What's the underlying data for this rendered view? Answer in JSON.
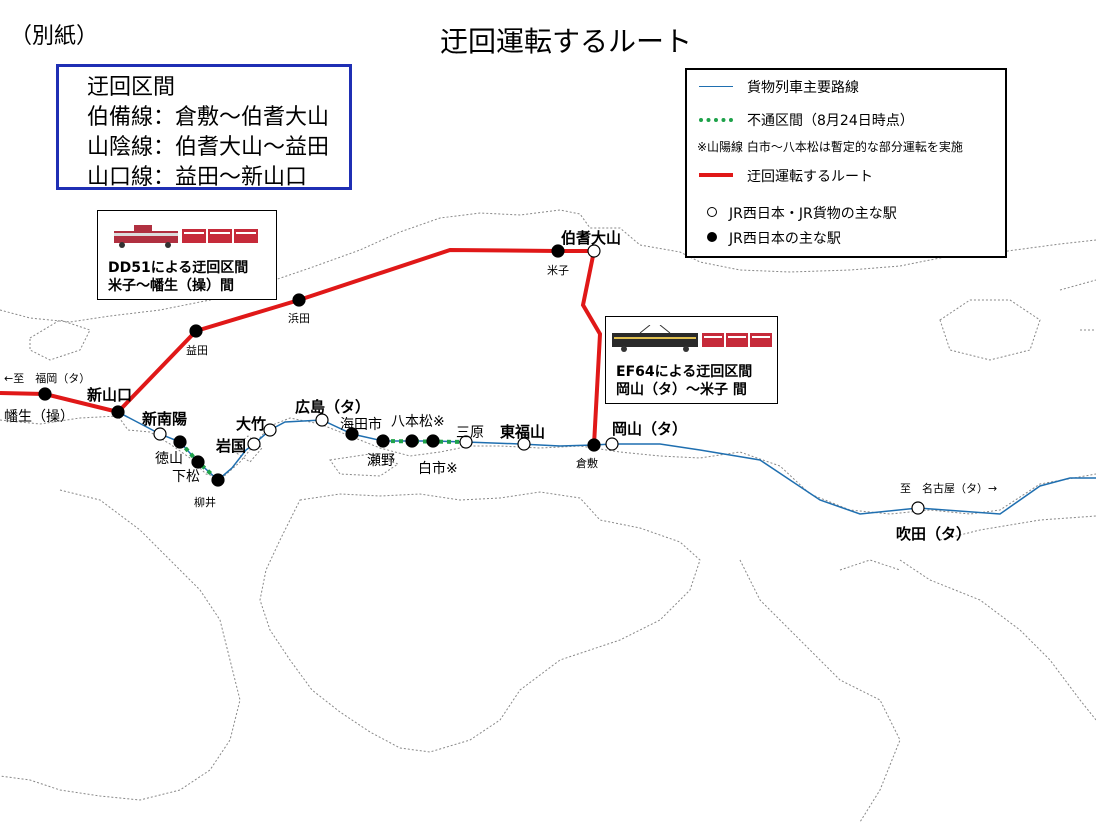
{
  "header": {
    "note": "（別紙）",
    "title": "迂回運転するルート"
  },
  "route_box": {
    "heading": "迂回区間",
    "lines": [
      "伯備線：倉敷～伯耆大山",
      "山陰線：伯耆大山～益田",
      "山口線：益田～新山口"
    ]
  },
  "legend": {
    "main_line": "貨物列車主要路線",
    "blocked": "不通区間（8月24日時点）",
    "blocked_note": "※山陽線 白市～八本松は暫定的な部分運転を実施",
    "detour": "迂回運転するルート",
    "jr_both_station": "JR西日本・JR貨物の主な駅",
    "jr_west_station": "JR西日本の主な駅"
  },
  "callouts": {
    "dd51": {
      "line1": "DD51による迂回区間",
      "line2": "米子～幡生（操）間"
    },
    "ef64": {
      "line1": "EF64による迂回区間",
      "line2": "岡山（タ）～米子 間"
    }
  },
  "stations": {
    "hoki_daisen": "伯耆大山",
    "yonago": "米子",
    "hamada": "浜田",
    "masuda": "益田",
    "shin_yamaguchi": "新山口",
    "hatabu": "幡生（操）",
    "to_fukuoka": "←至　福岡（タ）",
    "shin_nanyo": "新南陽",
    "tokuyama": "徳山",
    "kudamatsu": "下松",
    "yanai": "柳井",
    "iwakuni": "岩国",
    "otake": "大竹",
    "hiroshima": "広島（タ）",
    "kaitaichi": "海田市",
    "seno": "瀬野",
    "hachihonmatsu": "八本松※",
    "shiraichi": "白市※",
    "mihara": "三原",
    "higashi_fukuyama": "東福山",
    "kurashiki": "倉敷",
    "okayama": "岡山（タ）",
    "to_nagoya": "至　名古屋（タ）→",
    "suita": "吹田（タ）"
  },
  "colors": {
    "main_line": "#1f6fb0",
    "detour": "#e01818",
    "blocked": "#1ea24a",
    "route_box_border": "#1f2fb4",
    "coast": "#888888",
    "loco_dd51": "#b03040",
    "freight_car": "#c62a3a",
    "loco_ef64": "#2a2a2a"
  }
}
